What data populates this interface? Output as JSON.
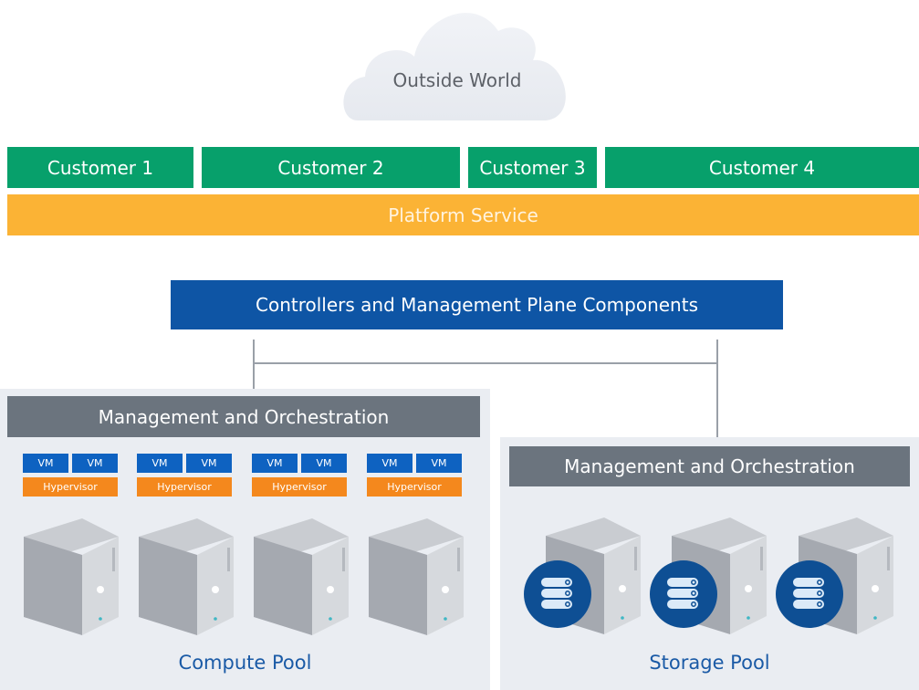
{
  "cloud": {
    "label": "Outside World"
  },
  "customers": [
    "Customer 1",
    "Customer 2",
    "Customer 3",
    "Customer 4"
  ],
  "platform": {
    "label": "Platform Service"
  },
  "controllers": {
    "label": "Controllers and Management Plane Components"
  },
  "compute_pool": {
    "mgmt_label": "Management and Orchestration",
    "label": "Compute Pool",
    "vm_label": "VM",
    "hypervisor_label": "Hypervisor"
  },
  "storage_pool": {
    "mgmt_label": "Management and Orchestration",
    "label": "Storage Pool"
  },
  "colors": {
    "customer": "#07a06b",
    "platform": "#fbb335",
    "controllers": "#0e55a5",
    "management": "#6b747e",
    "vm": "#0e62c1",
    "hypervisor": "#f4881d",
    "pool_background": "#eaedf2",
    "pool_label": "#1a5aa6",
    "database": "#0e4f94"
  }
}
